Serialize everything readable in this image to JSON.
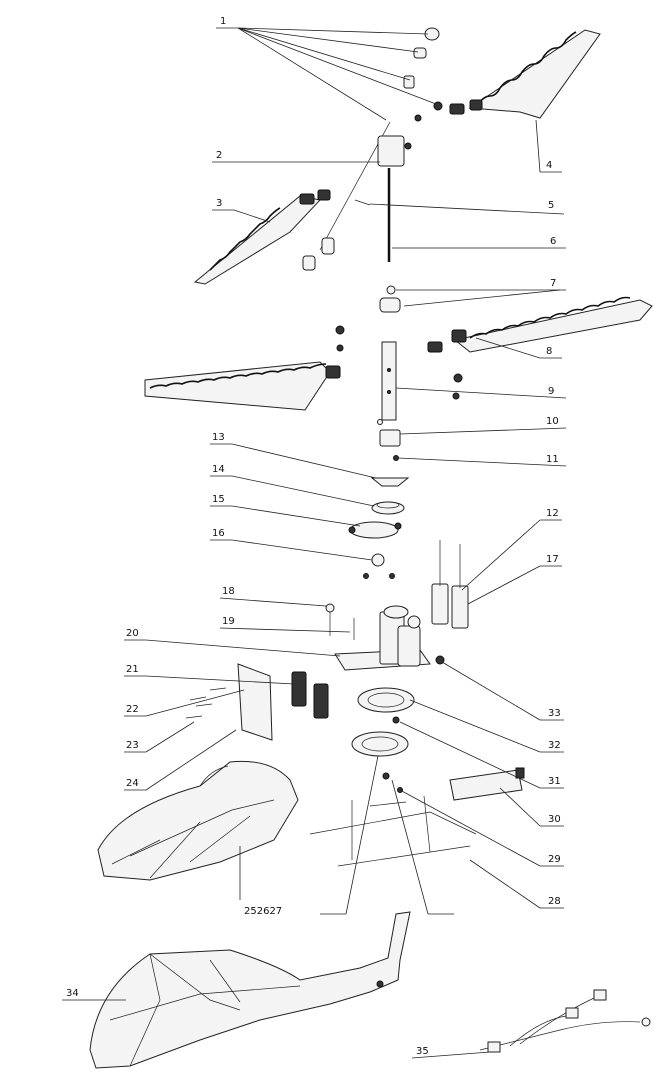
{
  "callouts": [
    {
      "id": "c1",
      "label": "1"
    },
    {
      "id": "c2",
      "label": "2"
    },
    {
      "id": "c3",
      "label": "3"
    },
    {
      "id": "c4",
      "label": "4"
    },
    {
      "id": "c5",
      "label": "5"
    },
    {
      "id": "c6",
      "label": "6"
    },
    {
      "id": "c7",
      "label": "7"
    },
    {
      "id": "c8",
      "label": "8"
    },
    {
      "id": "c9",
      "label": "9"
    },
    {
      "id": "c10",
      "label": "10"
    },
    {
      "id": "c11",
      "label": "11"
    },
    {
      "id": "c12",
      "label": "12"
    },
    {
      "id": "c13",
      "label": "13"
    },
    {
      "id": "c14",
      "label": "14"
    },
    {
      "id": "c15",
      "label": "15"
    },
    {
      "id": "c16",
      "label": "16"
    },
    {
      "id": "c17",
      "label": "17"
    },
    {
      "id": "c18",
      "label": "18"
    },
    {
      "id": "c19",
      "label": "19"
    },
    {
      "id": "c20",
      "label": "20"
    },
    {
      "id": "c21",
      "label": "21"
    },
    {
      "id": "c22",
      "label": "22"
    },
    {
      "id": "c23",
      "label": "23"
    },
    {
      "id": "c24",
      "label": "24"
    },
    {
      "id": "c252627",
      "label": "252627"
    },
    {
      "id": "c28",
      "label": "28"
    },
    {
      "id": "c29",
      "label": "29"
    },
    {
      "id": "c30",
      "label": "30"
    },
    {
      "id": "c31",
      "label": "31"
    },
    {
      "id": "c32",
      "label": "32"
    },
    {
      "id": "c33",
      "label": "33"
    },
    {
      "id": "c34",
      "label": "34"
    },
    {
      "id": "c35",
      "label": "35"
    }
  ]
}
